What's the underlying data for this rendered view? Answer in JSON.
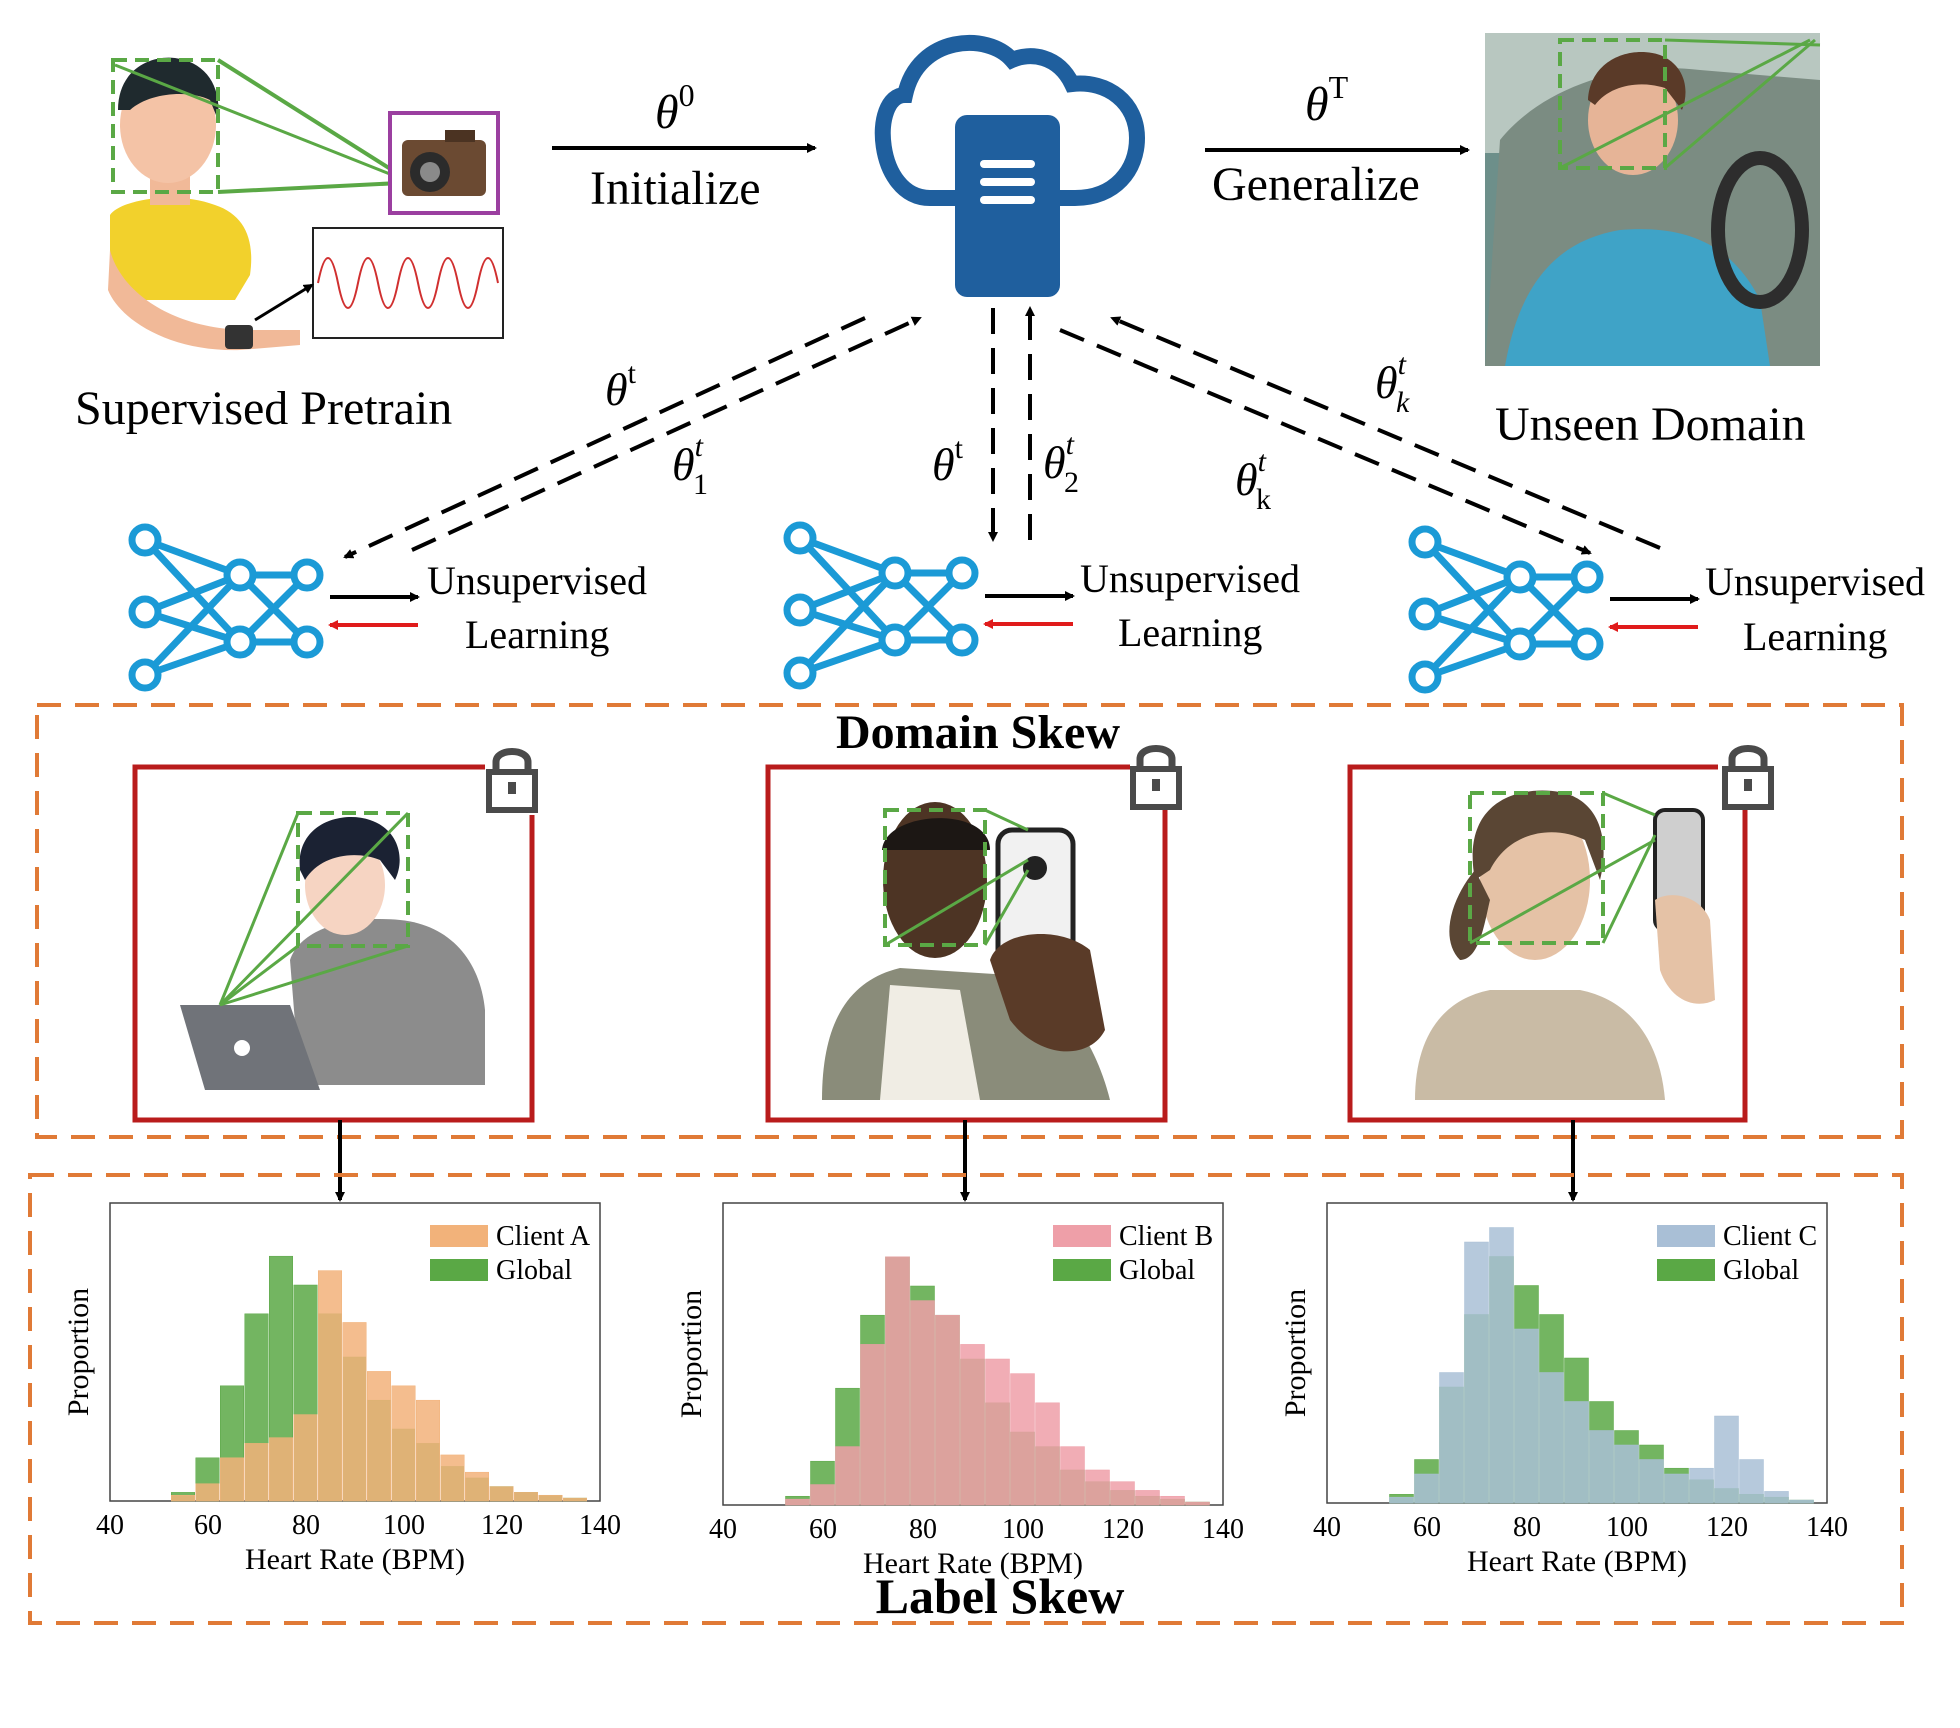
{
  "top": {
    "supervised_pretrain": "Supervised Pretrain",
    "unseen_domain": "Unseen Domain",
    "initialize": "Initialize",
    "generalize": "Generalize",
    "theta0": "θ",
    "theta0_sup": "0",
    "thetaT": "θ",
    "thetaT_sup": "T"
  },
  "links": {
    "left_down": {
      "base": "θ",
      "sup": "t"
    },
    "left_up": {
      "base": "θ",
      "sup": "t",
      "sub": "1"
    },
    "mid_down": {
      "base": "θ",
      "sup": "t"
    },
    "mid_up": {
      "base": "θ",
      "sup": "t",
      "sub": "2"
    },
    "right_down": {
      "base": "θ",
      "sup": "t",
      "sub": "k"
    },
    "right_up": {
      "base": "θ",
      "sup": "t",
      "sub": "k"
    }
  },
  "clients": [
    {
      "line1": "Unsupervised",
      "line2": "Learning"
    },
    {
      "line1": "Unsupervised",
      "line2": "Learning"
    },
    {
      "line1": "Unsupervised",
      "line2": "Learning"
    }
  ],
  "sections": {
    "domain_skew": "Domain Skew",
    "label_skew": "Label Skew"
  },
  "colors": {
    "cloud": "#1f5f9e",
    "network": "#1b9ad6",
    "orange_dash": "#e07a36",
    "red_frame": "#b91c1c",
    "global": "#5aa845",
    "client_a": "#f2b27a",
    "client_b": "#ee9fa8",
    "client_c": "#a9bfd6",
    "arrow_red": "#e01b1b"
  },
  "chart_data": [
    {
      "type": "bar",
      "xlabel": "Heart Rate (BPM)",
      "ylabel": "Proportion",
      "xlim": [
        40,
        140
      ],
      "x_ticks": [
        "40",
        "60",
        "80",
        "100",
        "120",
        "140"
      ],
      "series": [
        {
          "name": "Client A",
          "color": "#f2b27a",
          "x": [
            55,
            60,
            65,
            70,
            75,
            80,
            85,
            90,
            95,
            100,
            105,
            110,
            115,
            120,
            125,
            130,
            135
          ],
          "values": [
            0.02,
            0.06,
            0.15,
            0.2,
            0.22,
            0.3,
            0.8,
            0.62,
            0.45,
            0.4,
            0.35,
            0.16,
            0.1,
            0.05,
            0.03,
            0.02,
            0.01
          ]
        },
        {
          "name": "Global",
          "color": "#5aa845",
          "x": [
            55,
            60,
            65,
            70,
            75,
            80,
            85,
            90,
            95,
            100,
            105,
            110,
            115,
            120,
            125,
            130,
            135
          ],
          "values": [
            0.03,
            0.15,
            0.4,
            0.65,
            0.85,
            0.75,
            0.65,
            0.5,
            0.35,
            0.25,
            0.2,
            0.12,
            0.08,
            0.05,
            0.03,
            0.02,
            0.01
          ]
        }
      ]
    },
    {
      "type": "bar",
      "xlabel": "Heart Rate (BPM)",
      "ylabel": "Proportion",
      "xlim": [
        40,
        140
      ],
      "x_ticks": [
        "40",
        "60",
        "80",
        "100",
        "120",
        "140"
      ],
      "series": [
        {
          "name": "Client B",
          "color": "#ee9fa8",
          "x": [
            55,
            60,
            65,
            70,
            75,
            80,
            85,
            90,
            95,
            100,
            105,
            110,
            115,
            120,
            125,
            130,
            135
          ],
          "values": [
            0.02,
            0.07,
            0.2,
            0.55,
            0.85,
            0.7,
            0.65,
            0.55,
            0.5,
            0.45,
            0.35,
            0.2,
            0.12,
            0.08,
            0.05,
            0.03,
            0.01
          ]
        },
        {
          "name": "Global",
          "color": "#5aa845",
          "x": [
            55,
            60,
            65,
            70,
            75,
            80,
            85,
            90,
            95,
            100,
            105,
            110,
            115,
            120,
            125,
            130,
            135
          ],
          "values": [
            0.03,
            0.15,
            0.4,
            0.65,
            0.85,
            0.75,
            0.65,
            0.5,
            0.35,
            0.25,
            0.2,
            0.12,
            0.08,
            0.05,
            0.03,
            0.02,
            0.01
          ]
        }
      ]
    },
    {
      "type": "bar",
      "xlabel": "Heart Rate (BPM)",
      "ylabel": "Proportion",
      "xlim": [
        40,
        140
      ],
      "x_ticks": [
        "40",
        "60",
        "80",
        "100",
        "120",
        "140"
      ],
      "series": [
        {
          "name": "Client C",
          "color": "#a9bfd6",
          "x": [
            55,
            60,
            65,
            70,
            75,
            80,
            85,
            90,
            95,
            100,
            105,
            110,
            115,
            120,
            125,
            130,
            135
          ],
          "values": [
            0.02,
            0.1,
            0.45,
            0.9,
            0.95,
            0.6,
            0.45,
            0.35,
            0.25,
            0.2,
            0.15,
            0.1,
            0.12,
            0.3,
            0.15,
            0.04,
            0.01
          ]
        },
        {
          "name": "Global",
          "color": "#5aa845",
          "x": [
            55,
            60,
            65,
            70,
            75,
            80,
            85,
            90,
            95,
            100,
            105,
            110,
            115,
            120,
            125,
            130,
            135
          ],
          "values": [
            0.03,
            0.15,
            0.4,
            0.65,
            0.85,
            0.75,
            0.65,
            0.5,
            0.35,
            0.25,
            0.2,
            0.12,
            0.08,
            0.05,
            0.03,
            0.02,
            0.01
          ]
        }
      ]
    }
  ]
}
